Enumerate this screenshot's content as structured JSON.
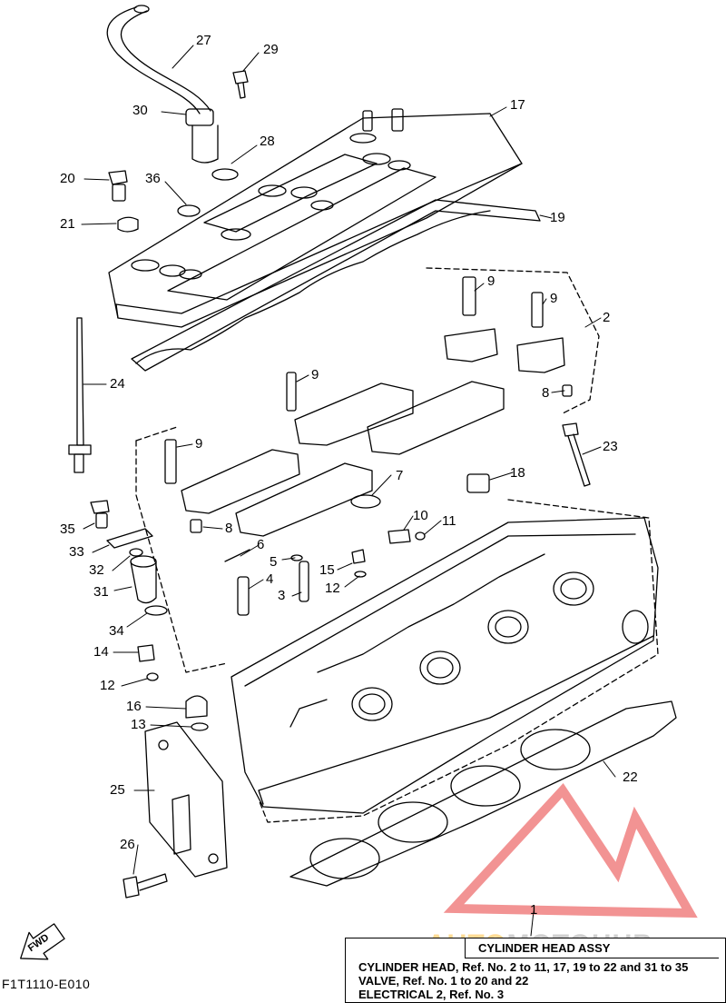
{
  "diagram": {
    "callouts": [
      {
        "id": "27",
        "label": "27"
      },
      {
        "id": "29",
        "label": "29"
      },
      {
        "id": "30",
        "label": "30"
      },
      {
        "id": "17",
        "label": "17"
      },
      {
        "id": "28",
        "label": "28"
      },
      {
        "id": "20",
        "label": "20"
      },
      {
        "id": "36",
        "label": "36"
      },
      {
        "id": "21",
        "label": "21"
      },
      {
        "id": "19",
        "label": "19"
      },
      {
        "id": "9a",
        "label": "9"
      },
      {
        "id": "9b",
        "label": "9"
      },
      {
        "id": "2",
        "label": "2"
      },
      {
        "id": "24",
        "label": "24"
      },
      {
        "id": "9c",
        "label": "9"
      },
      {
        "id": "8a",
        "label": "8"
      },
      {
        "id": "9d",
        "label": "9"
      },
      {
        "id": "23",
        "label": "23"
      },
      {
        "id": "7",
        "label": "7"
      },
      {
        "id": "18",
        "label": "18"
      },
      {
        "id": "10",
        "label": "10"
      },
      {
        "id": "11",
        "label": "11"
      },
      {
        "id": "35",
        "label": "35"
      },
      {
        "id": "8b",
        "label": "8"
      },
      {
        "id": "33",
        "label": "33"
      },
      {
        "id": "6",
        "label": "6"
      },
      {
        "id": "5",
        "label": "5"
      },
      {
        "id": "15",
        "label": "15"
      },
      {
        "id": "32",
        "label": "32"
      },
      {
        "id": "4",
        "label": "4"
      },
      {
        "id": "31",
        "label": "31"
      },
      {
        "id": "3",
        "label": "3"
      },
      {
        "id": "12a",
        "label": "12"
      },
      {
        "id": "34",
        "label": "34"
      },
      {
        "id": "14",
        "label": "14"
      },
      {
        "id": "12b",
        "label": "12"
      },
      {
        "id": "16",
        "label": "16"
      },
      {
        "id": "13",
        "label": "13"
      },
      {
        "id": "22",
        "label": "22"
      },
      {
        "id": "25",
        "label": "25"
      },
      {
        "id": "26",
        "label": "26"
      },
      {
        "id": "1",
        "label": "1"
      }
    ],
    "fwd_label": "FWD",
    "doc_code": "F1T1110-E010"
  },
  "info_box": {
    "title": "CYLINDER HEAD ASSY",
    "lines": [
      "CYLINDER HEAD, Ref. No. 2 to 11, 17, 19 to 22 and 31 to 35",
      "VALVE, Ref. No. 1 to 20 and 22",
      "ELECTRICAL 2, Ref. No. 3"
    ]
  },
  "watermark": {
    "text_a": "AUTO",
    "text_b": "MOTO",
    "text_c": "HUB",
    "logo_color": "#e83a3a",
    "accent_color": "#f5a623"
  }
}
